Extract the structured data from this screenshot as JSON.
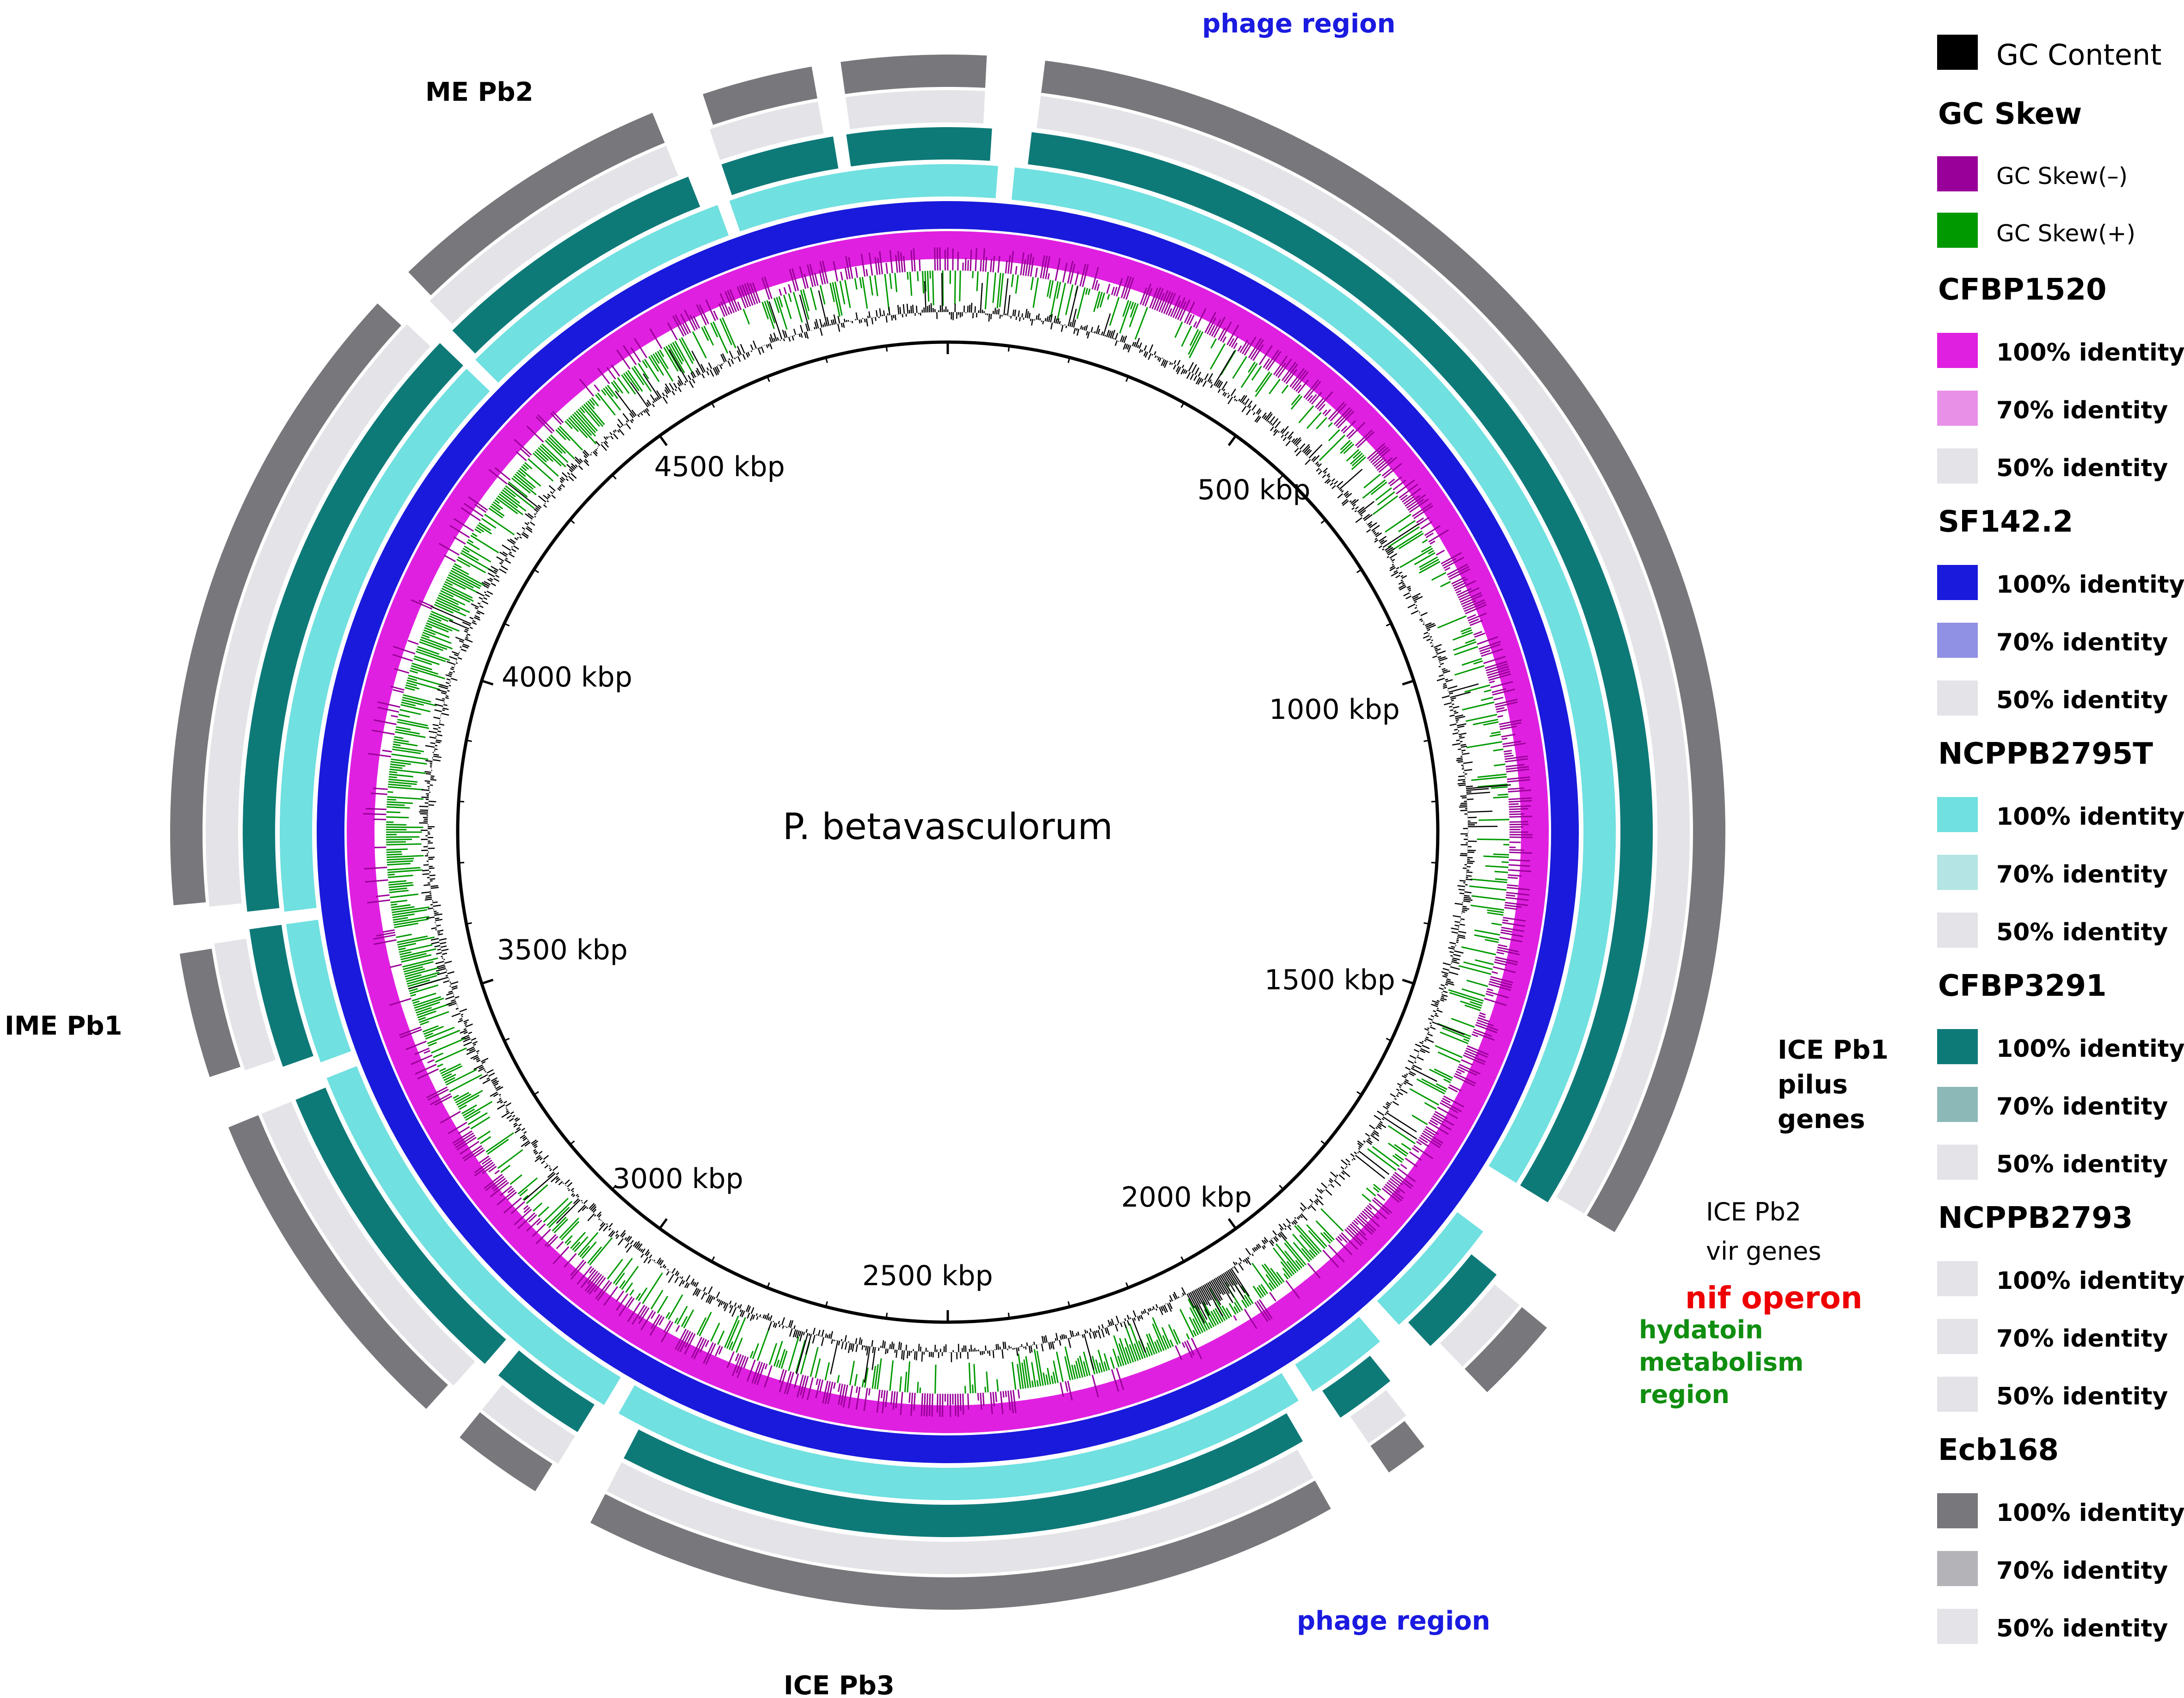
{
  "title": "P. betavasculorum",
  "colors": {
    "gc_content": "#000000",
    "gc_skew_neg": "#990099",
    "gc_skew_pos": "#009900",
    "cfbp1520": "#e020e0",
    "sf142": "#1a1adc",
    "ncppb2795t": "#70e0e0",
    "cfbp3291": "#0e7a78",
    "ncppb2793": "#e4e4e8",
    "ecb168": "#78787c",
    "annot_blue": "#1a1ae0",
    "annot_red": "#ee0000",
    "annot_green": "#108e10"
  },
  "scale": {
    "total_kbp": 5000,
    "labels": [
      "500 kbp",
      "1000 kbp",
      "1500 kbp",
      "2000 kbp",
      "2500 kbp",
      "3000 kbp",
      "3500 kbp",
      "4000 kbp",
      "4500 kbp"
    ],
    "label_kbp": [
      500,
      1000,
      1500,
      2000,
      2500,
      3000,
      3500,
      4000,
      4500
    ]
  },
  "rings": [
    {
      "id": "cfbp1520",
      "color": "#e020e0",
      "gaps_kbp": []
    },
    {
      "id": "sf142",
      "color": "#1a1adc",
      "gaps_kbp": []
    },
    {
      "id": "ncppb2795t",
      "color": "#70e0e0",
      "gaps_kbp": [
        [
          3450,
          3470
        ],
        [
          4720,
          4735
        ],
        [
          60,
          80
        ],
        [
          1690,
          1760
        ],
        [
          1910,
          1940
        ],
        [
          2040,
          2060
        ],
        [
          2910,
          2930
        ],
        [
          3640,
          3655
        ],
        [
          4360,
          4375
        ]
      ]
    },
    {
      "id": "cfbp3291",
      "color": "#0e7a78",
      "gaps_kbp": [
        [
          3440,
          3480
        ],
        [
          4700,
          4740
        ],
        [
          50,
          95
        ],
        [
          1690,
          1790
        ],
        [
          1900,
          1960
        ],
        [
          2030,
          2080
        ],
        [
          2880,
          2940
        ],
        [
          3050,
          3070
        ],
        [
          3640,
          3660
        ],
        [
          4360,
          4380
        ],
        [
          4870,
          4885
        ]
      ]
    },
    {
      "id": "ncppb2793",
      "color": "#e4e4e8",
      "gaps_kbp": [
        [
          3440,
          3490
        ],
        [
          4690,
          4740
        ],
        [
          40,
          100
        ],
        [
          1680,
          1800
        ],
        [
          1890,
          1970
        ],
        [
          2020,
          2090
        ],
        [
          2880,
          2940
        ],
        [
          3040,
          3080
        ],
        [
          3630,
          3670
        ],
        [
          4350,
          4385
        ],
        [
          4860,
          4890
        ]
      ]
    },
    {
      "id": "ecb168",
      "color": "#78787c",
      "gaps_kbp": [
        [
          3440,
          3495
        ],
        [
          4690,
          4745
        ],
        [
          40,
          100
        ],
        [
          1680,
          1800
        ],
        [
          1890,
          1975
        ],
        [
          2020,
          2090
        ],
        [
          2880,
          2945
        ],
        [
          3040,
          3085
        ],
        [
          3625,
          3675
        ],
        [
          4345,
          4390
        ],
        [
          4860,
          4890
        ]
      ]
    }
  ],
  "annotations": [
    {
      "text": "phage region",
      "color": "#1a1ae0"
    },
    {
      "text": "ME Pb2",
      "color": "#000000"
    },
    {
      "text": "IME Pb1",
      "color": "#000000"
    },
    {
      "text": "ICE Pb1",
      "color": "#000000"
    },
    {
      "text": "pilus",
      "color": "#000000"
    },
    {
      "text": "genes",
      "color": "#000000"
    },
    {
      "text": "ICE Pb2",
      "color": "#000000"
    },
    {
      "text": "vir genes",
      "color": "#000000"
    },
    {
      "text": "nif operon",
      "color": "#ee0000"
    },
    {
      "text": "hydatoin",
      "color": "#108e10"
    },
    {
      "text": "metabolism",
      "color": "#108e10"
    },
    {
      "text": "region",
      "color": "#108e10"
    },
    {
      "text": "phage region",
      "color": "#1a1ae0"
    },
    {
      "text": "ICE Pb3",
      "color": "#000000"
    }
  ],
  "legend": {
    "gc_content": {
      "label": "GC Content",
      "color": "#000000"
    },
    "gc_skew": {
      "header": "GC Skew",
      "items": [
        {
          "label": "GC Skew(–)",
          "color": "#990099"
        },
        {
          "label": "GC Skew(+)",
          "color": "#009900"
        }
      ]
    },
    "strains": [
      {
        "header": "CFBP1520",
        "items": [
          {
            "label": "100% identity",
            "color": "#e020e0"
          },
          {
            "label": "70% identity",
            "color": "#e890e8"
          },
          {
            "label": "50% identity",
            "color": "#e4e4e8"
          }
        ]
      },
      {
        "header": "SF142.2",
        "items": [
          {
            "label": "100% identity",
            "color": "#1a1adc"
          },
          {
            "label": "70% identity",
            "color": "#9090e4"
          },
          {
            "label": "50% identity",
            "color": "#e4e4e8"
          }
        ]
      },
      {
        "header": "NCPPB2795T",
        "items": [
          {
            "label": "100% identity",
            "color": "#70e0e0"
          },
          {
            "label": "70% identity",
            "color": "#b4e4e4"
          },
          {
            "label": "50% identity",
            "color": "#e4e4e8"
          }
        ]
      },
      {
        "header": "CFBP3291",
        "items": [
          {
            "label": "100% identity",
            "color": "#0e7a78"
          },
          {
            "label": "70% identity",
            "color": "#8cb8b8"
          },
          {
            "label": "50% identity",
            "color": "#e4e4e8"
          }
        ]
      },
      {
        "header": "NCPPB2793",
        "items": [
          {
            "label": "100% identity",
            "color": "#e4e4e8"
          },
          {
            "label": "70% identity",
            "color": "#e4e4e8"
          },
          {
            "label": "50% identity",
            "color": "#e4e4e8"
          }
        ]
      },
      {
        "header": "Ecb168",
        "items": [
          {
            "label": "100% identity",
            "color": "#78787c"
          },
          {
            "label": "70% identity",
            "color": "#b4b4b8"
          },
          {
            "label": "50% identity",
            "color": "#e4e4e8"
          }
        ]
      }
    ]
  }
}
